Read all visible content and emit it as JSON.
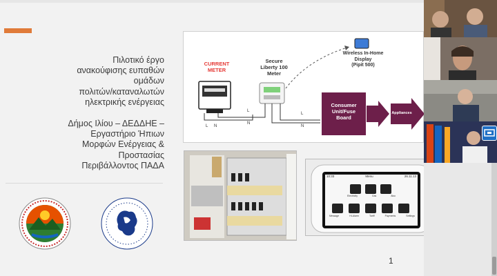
{
  "slide": {
    "title": "Πιλοτικό έργο\nανακούφισης ευπαθών\nομάδων\nπολιτών/καταναλωτών\nηλεκτρικής ενέργειας",
    "subtitle": "Δήμος Ιλίου – ΔΕΔΔΗΕ –\nΕργαστήριο Ήπιων\nΜορφών Ενέργειας &\nΠροστασίας\nΠεριβάλλοντος ΠΑΔΑ",
    "page_number": "1",
    "accent_color": "#e07b39"
  },
  "diagram": {
    "current_meter_line1": "CURRENT",
    "current_meter_line2": "METER",
    "secure_meter_line1": "Secure",
    "secure_meter_line2": "Liberty 100",
    "secure_meter_line3": "Meter",
    "wireless_line1": "Wireless In-Home",
    "wireless_line2": "Display",
    "wireless_line3": "(Pipit 500)",
    "consumer_unit_line1": "Consumer",
    "consumer_unit_line2": "Unit/Fuse",
    "consumer_unit_line3": "Board",
    "appliances": "Appliances",
    "wire_l": "L",
    "wire_n": "N",
    "box_color": "#6d1f4a"
  },
  "display": {
    "time": "10:33",
    "menu": "Menu",
    "date": "26.11.13",
    "row1": [
      "Electricity",
      "Gas",
      "Also"
    ],
    "row2": [
      "Message",
      "Hi-Alarm",
      "Tariff",
      "Payments",
      "Settings"
    ]
  },
  "video": {
    "screenshare_icon": "screen-share-icon"
  }
}
